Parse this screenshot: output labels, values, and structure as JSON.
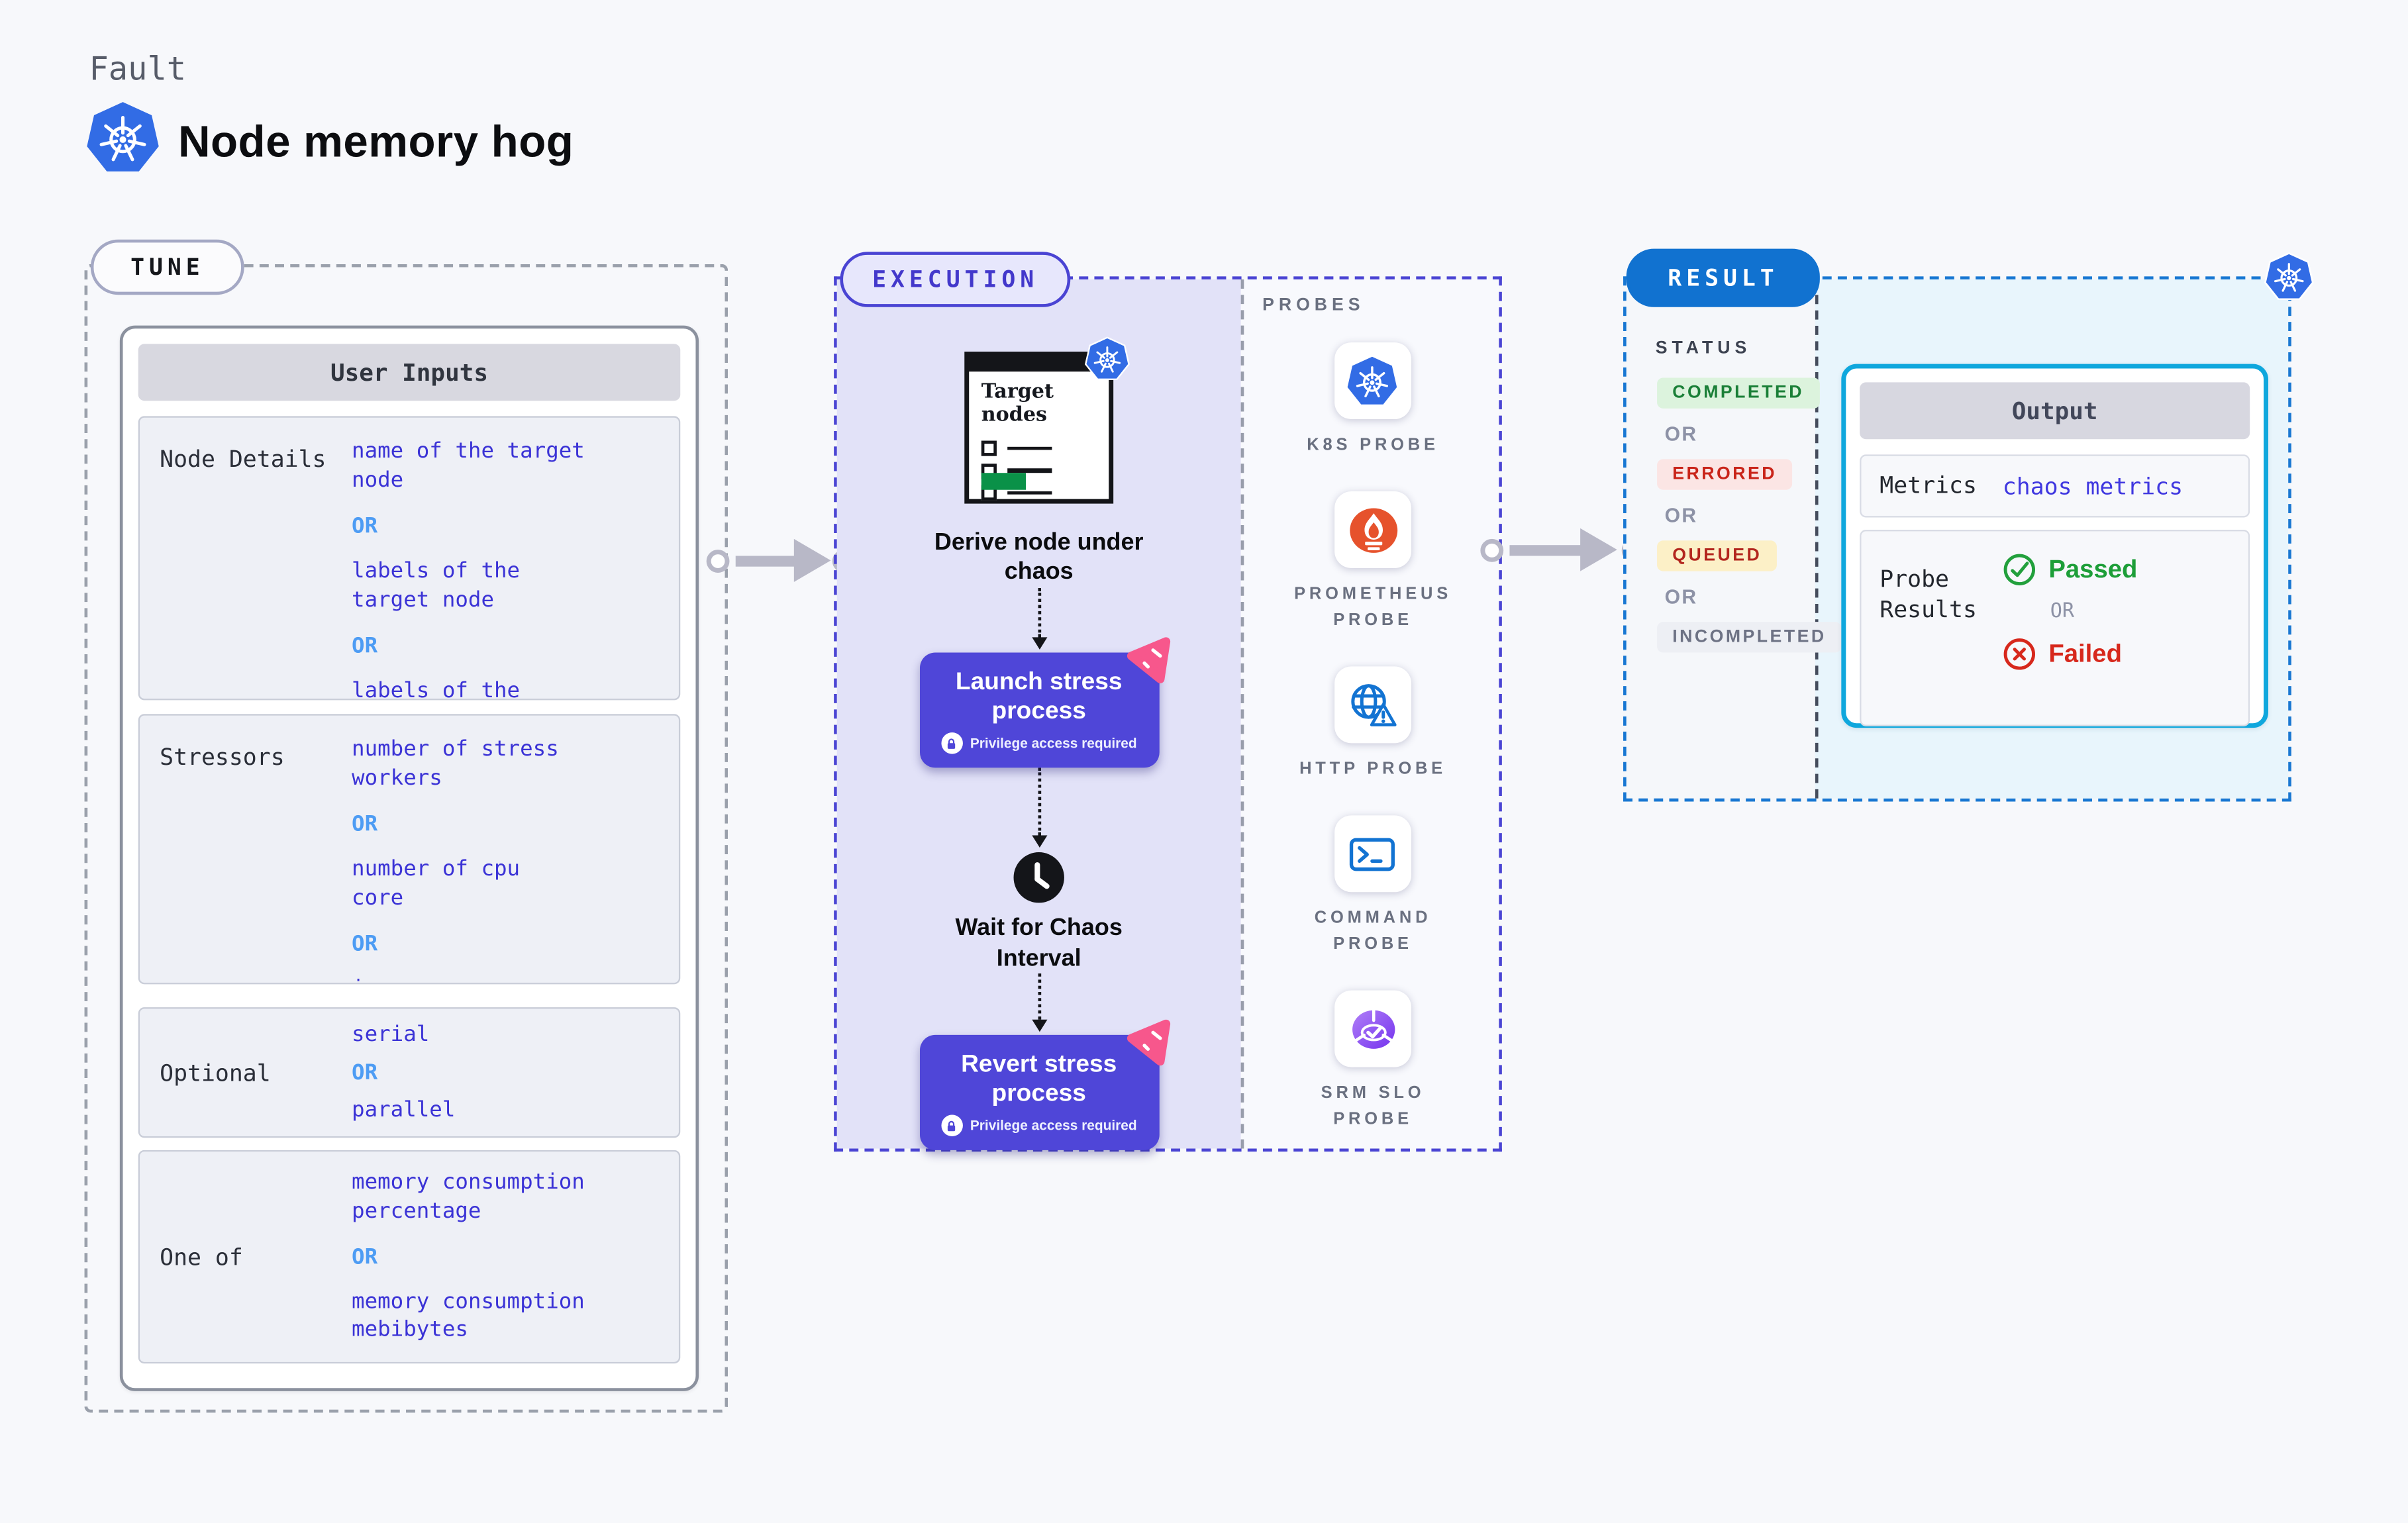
{
  "header": {
    "eyebrow": "Fault",
    "title": "Node memory hog",
    "title_icon": "kubernetes-icon"
  },
  "tune": {
    "badge": "TUNE",
    "card_title": "User Inputs",
    "or_label": "OR",
    "rows": [
      {
        "label": "Node Details",
        "align": "top",
        "items": [
          {
            "kind": "value",
            "text": "name of the target\nnode"
          },
          {
            "kind": "or"
          },
          {
            "kind": "value",
            "text": "labels of the\ntarget node"
          },
          {
            "kind": "or"
          },
          {
            "kind": "value",
            "text": "labels of the application\n scheduled on target node"
          }
        ]
      },
      {
        "label": "Stressors",
        "align": "top",
        "items": [
          {
            "kind": "value",
            "text": "number of stress\nworkers"
          },
          {
            "kind": "or"
          },
          {
            "kind": "value",
            "text": "number of cpu\ncore"
          },
          {
            "kind": "or"
          },
          {
            "kind": "value",
            "text": "io"
          }
        ]
      },
      {
        "label": "Optional",
        "align": "center",
        "compact": true,
        "items": [
          {
            "kind": "value",
            "text": "serial"
          },
          {
            "kind": "or"
          },
          {
            "kind": "value",
            "text": "parallel"
          }
        ]
      },
      {
        "label": "One of",
        "align": "center",
        "items": [
          {
            "kind": "value",
            "text": "memory consumption\npercentage"
          },
          {
            "kind": "or"
          },
          {
            "kind": "value",
            "text": "memory consumption\nmebibytes"
          }
        ]
      }
    ]
  },
  "execution": {
    "badge": "EXECUTION",
    "window": {
      "title": "Target nodes",
      "icon": "kubernetes-icon"
    },
    "derive_caption": "Derive node under chaos",
    "launch": {
      "title": "Launch stress process",
      "subtext": "Privilege access required",
      "icon": "lock-icon",
      "corner_icon": "stress-icon"
    },
    "wait_icon": "clock-icon",
    "wait_caption": "Wait for Chaos Interval",
    "revert": {
      "title": "Revert stress process",
      "subtext": "Privilege access required",
      "icon": "lock-icon",
      "corner_icon": "stress-icon"
    }
  },
  "probes": {
    "title": "PROBES",
    "items": [
      {
        "icon": "k8s-probe-icon",
        "label": "K8S PROBE"
      },
      {
        "icon": "prometheus-probe-icon",
        "label": "PROMETHEUS\nPROBE"
      },
      {
        "icon": "http-probe-icon",
        "label": "HTTP PROBE"
      },
      {
        "icon": "command-probe-icon",
        "label": "COMMAND\nPROBE"
      },
      {
        "icon": "srm-slo-probe-icon",
        "label": "SRM SLO\nPROBE"
      }
    ]
  },
  "result": {
    "badge": "RESULT",
    "corner_icon": "kubernetes-icon",
    "status_title": "STATUS",
    "or_label": "OR",
    "statuses": [
      {
        "label": "COMPLETED",
        "fg": "#1a7f37",
        "bg": "#dcf3dd"
      },
      {
        "label": "ERRORED",
        "fg": "#c92419",
        "bg": "#fbe5e4"
      },
      {
        "label": "QUEUED",
        "fg": "#b3261e",
        "bg": "#fcf0c7"
      },
      {
        "label": "INCOMPLETED",
        "fg": "#6d7284",
        "bg": "#edeff4"
      }
    ],
    "output": {
      "title": "Output",
      "metrics_label": "Metrics",
      "metrics_value": "chaos metrics",
      "probe_results_label": "Probe Results",
      "passed_label": "Passed",
      "passed_icon": "check-circle-icon",
      "or_label": "OR",
      "failed_label": "Failed",
      "failed_icon": "x-circle-icon",
      "passed_color": "#1d9e38",
      "failed_color": "#d7281c"
    }
  },
  "colors": {
    "page_bg": "#f7f8fb",
    "indigo": "#4f46d8",
    "indigo_border": "#4a44d3",
    "lavender": "#e2e2f8",
    "value_blue": "#3b33d6",
    "or_blue": "#4d9cf4",
    "result_blue": "#1172d0",
    "cyan_border": "#0fa7dd",
    "cyan_bg": "#e8f5fc",
    "k8s_blue": "#326ce5",
    "prometheus_orange": "#e6522c",
    "probe_blue": "#1273d2",
    "srm_purple": "#8a4bf0",
    "green": "#0a9148",
    "arrow_gray": "#b8b8c7"
  }
}
